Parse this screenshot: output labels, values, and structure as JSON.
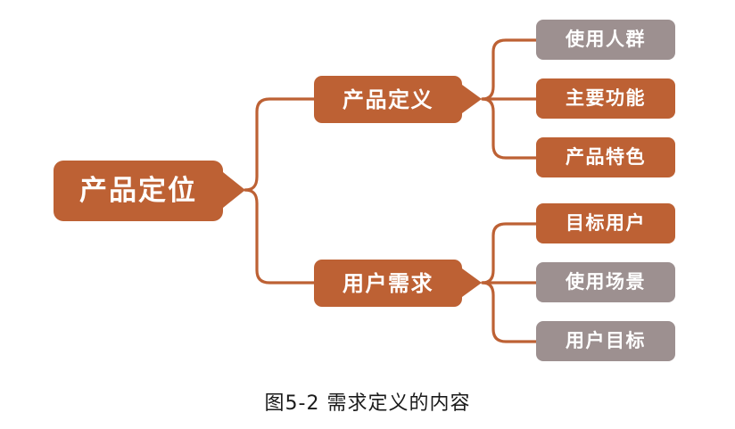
{
  "figure": {
    "caption": "图5-2 需求定义的内容",
    "background_color": "#ffffff",
    "connector_color": "#bd6134",
    "accent_orange": "#bd6134",
    "accent_gray": "#9d9090",
    "text_color": "#ffffff"
  },
  "diagram": {
    "type": "mind-map",
    "root": {
      "label": "产品定位",
      "color": "#bd6134"
    },
    "branches": [
      {
        "label": "产品定义",
        "color": "#bd6134",
        "children": [
          {
            "label": "使用人群",
            "color": "#9d9090"
          },
          {
            "label": "主要功能",
            "color": "#bd6134"
          },
          {
            "label": "产品特色",
            "color": "#bd6134"
          }
        ]
      },
      {
        "label": "用户需求",
        "color": "#bd6134",
        "children": [
          {
            "label": "目标用户",
            "color": "#bd6134"
          },
          {
            "label": "使用场景",
            "color": "#9d9090"
          },
          {
            "label": "用户目标",
            "color": "#9d9090"
          }
        ]
      }
    ]
  }
}
